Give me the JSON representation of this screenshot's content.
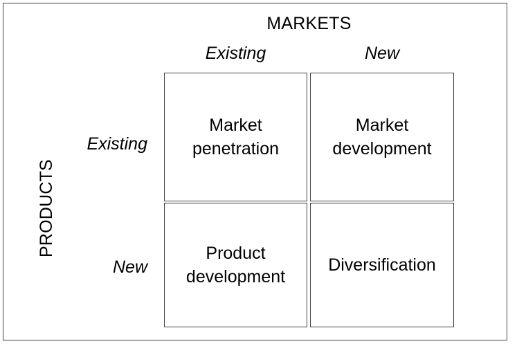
{
  "figure": {
    "type": "ansoff-matrix",
    "column_axis_title": "MARKETS",
    "row_axis_title": "PRODUCTS",
    "column_headers": [
      "Existing",
      "New"
    ],
    "row_headers": [
      "Existing",
      "New"
    ],
    "cells": [
      {
        "line1": "Market",
        "line2": "penetration"
      },
      {
        "line1": "Market",
        "line2": "development"
      },
      {
        "line1": "Product",
        "line2": "development"
      },
      {
        "line1": "Diversification",
        "line2": ""
      }
    ],
    "colors": {
      "border": "#3f3f3f",
      "background": "#ffffff",
      "text": "#000000"
    }
  }
}
